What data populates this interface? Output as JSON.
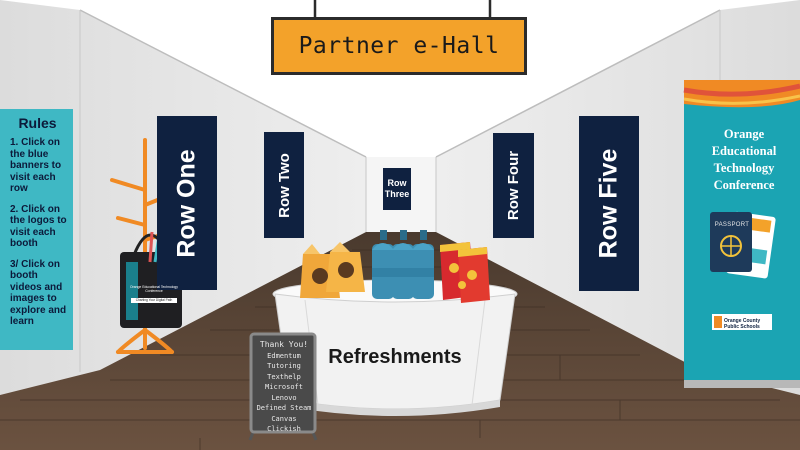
{
  "header": {
    "sign_text": "Partner e-Hall"
  },
  "rules": {
    "title": "Rules",
    "items": [
      "1. Click on the blue banners to visit each row",
      "2. Click on the logos to visit each booth",
      "3/ Click on booth videos and images to explore and learn"
    ]
  },
  "banners": {
    "row_one": "Row One",
    "row_two": "Row Two",
    "row_three": "Row Three",
    "row_four": "Row Four",
    "row_five": "Row Five"
  },
  "refreshments": {
    "label": "Refreshments"
  },
  "thank_you_board": {
    "lines": [
      "Thank You!",
      "Edmentum",
      "Tutoring",
      "Texthelp",
      "Microsoft",
      "Lenovo",
      "Defined Steam",
      "Canvas",
      "Clickish"
    ]
  },
  "standee": {
    "title_lines": [
      "Orange",
      "Educational",
      "Technology",
      "Conference"
    ],
    "passport_text": "PASSPORT",
    "logo_text": "Orange County Public Schools"
  },
  "tote_bag": {
    "label": "Orange Educational Technology Conference",
    "sublabel": "Charting Your Digital Path"
  },
  "colors": {
    "banner_navy": "#0f2140",
    "sign_orange": "#f3a22a",
    "rules_teal": "#3fb8c4",
    "standee_teal": "#1ba4b3",
    "floor_brown": "#5a4433"
  }
}
